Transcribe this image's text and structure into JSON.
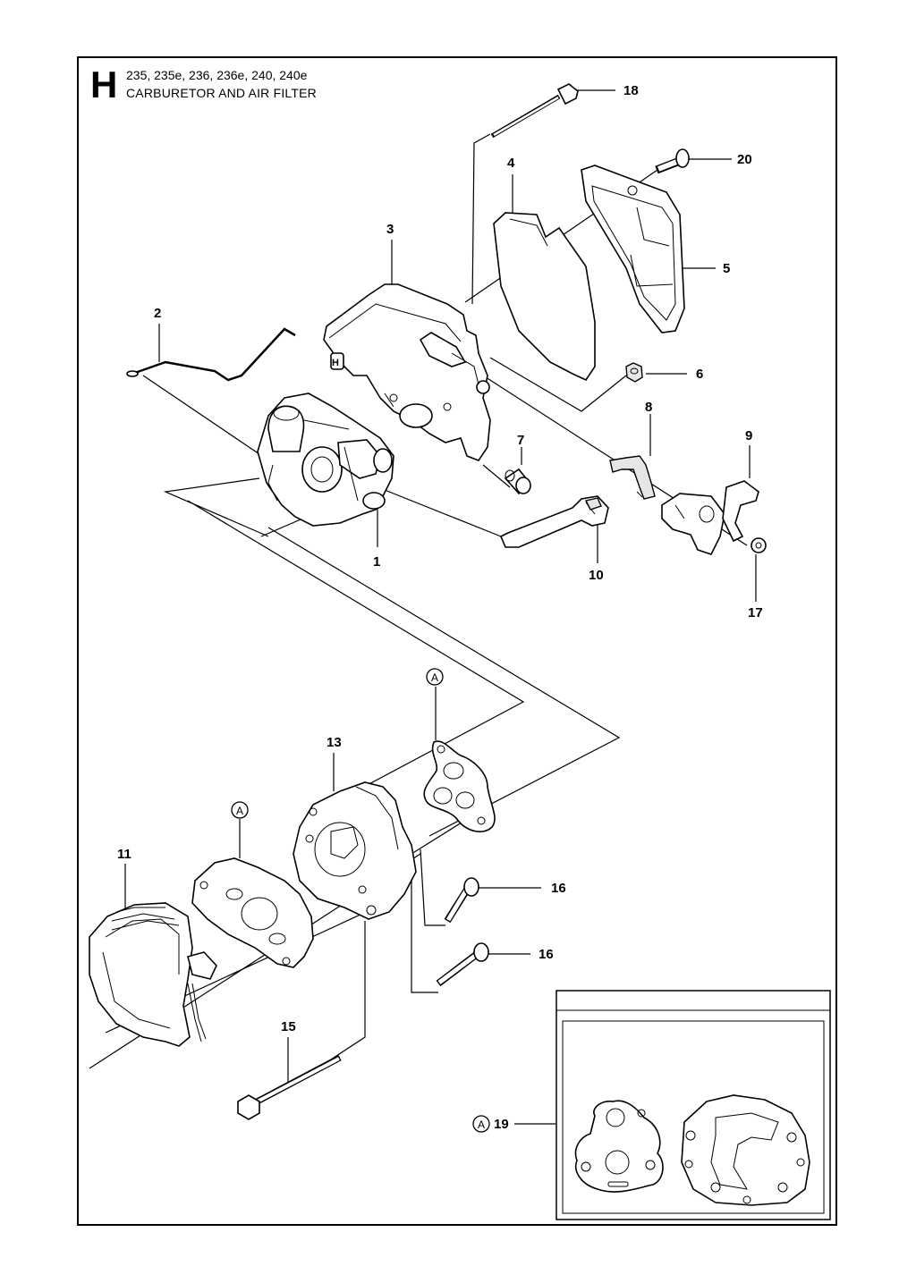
{
  "header": {
    "section_letter": "H",
    "models": "235, 235e, 236, 236e, 240, 240e",
    "title": "CARBURETOR AND AIR FILTER"
  },
  "callouts": [
    "1",
    "2",
    "3",
    "4",
    "5",
    "6",
    "7",
    "8",
    "9",
    "10",
    "11",
    "13",
    "15",
    "16",
    "16",
    "17",
    "18",
    "20",
    "19"
  ],
  "markers": [
    "A",
    "A",
    "A"
  ]
}
